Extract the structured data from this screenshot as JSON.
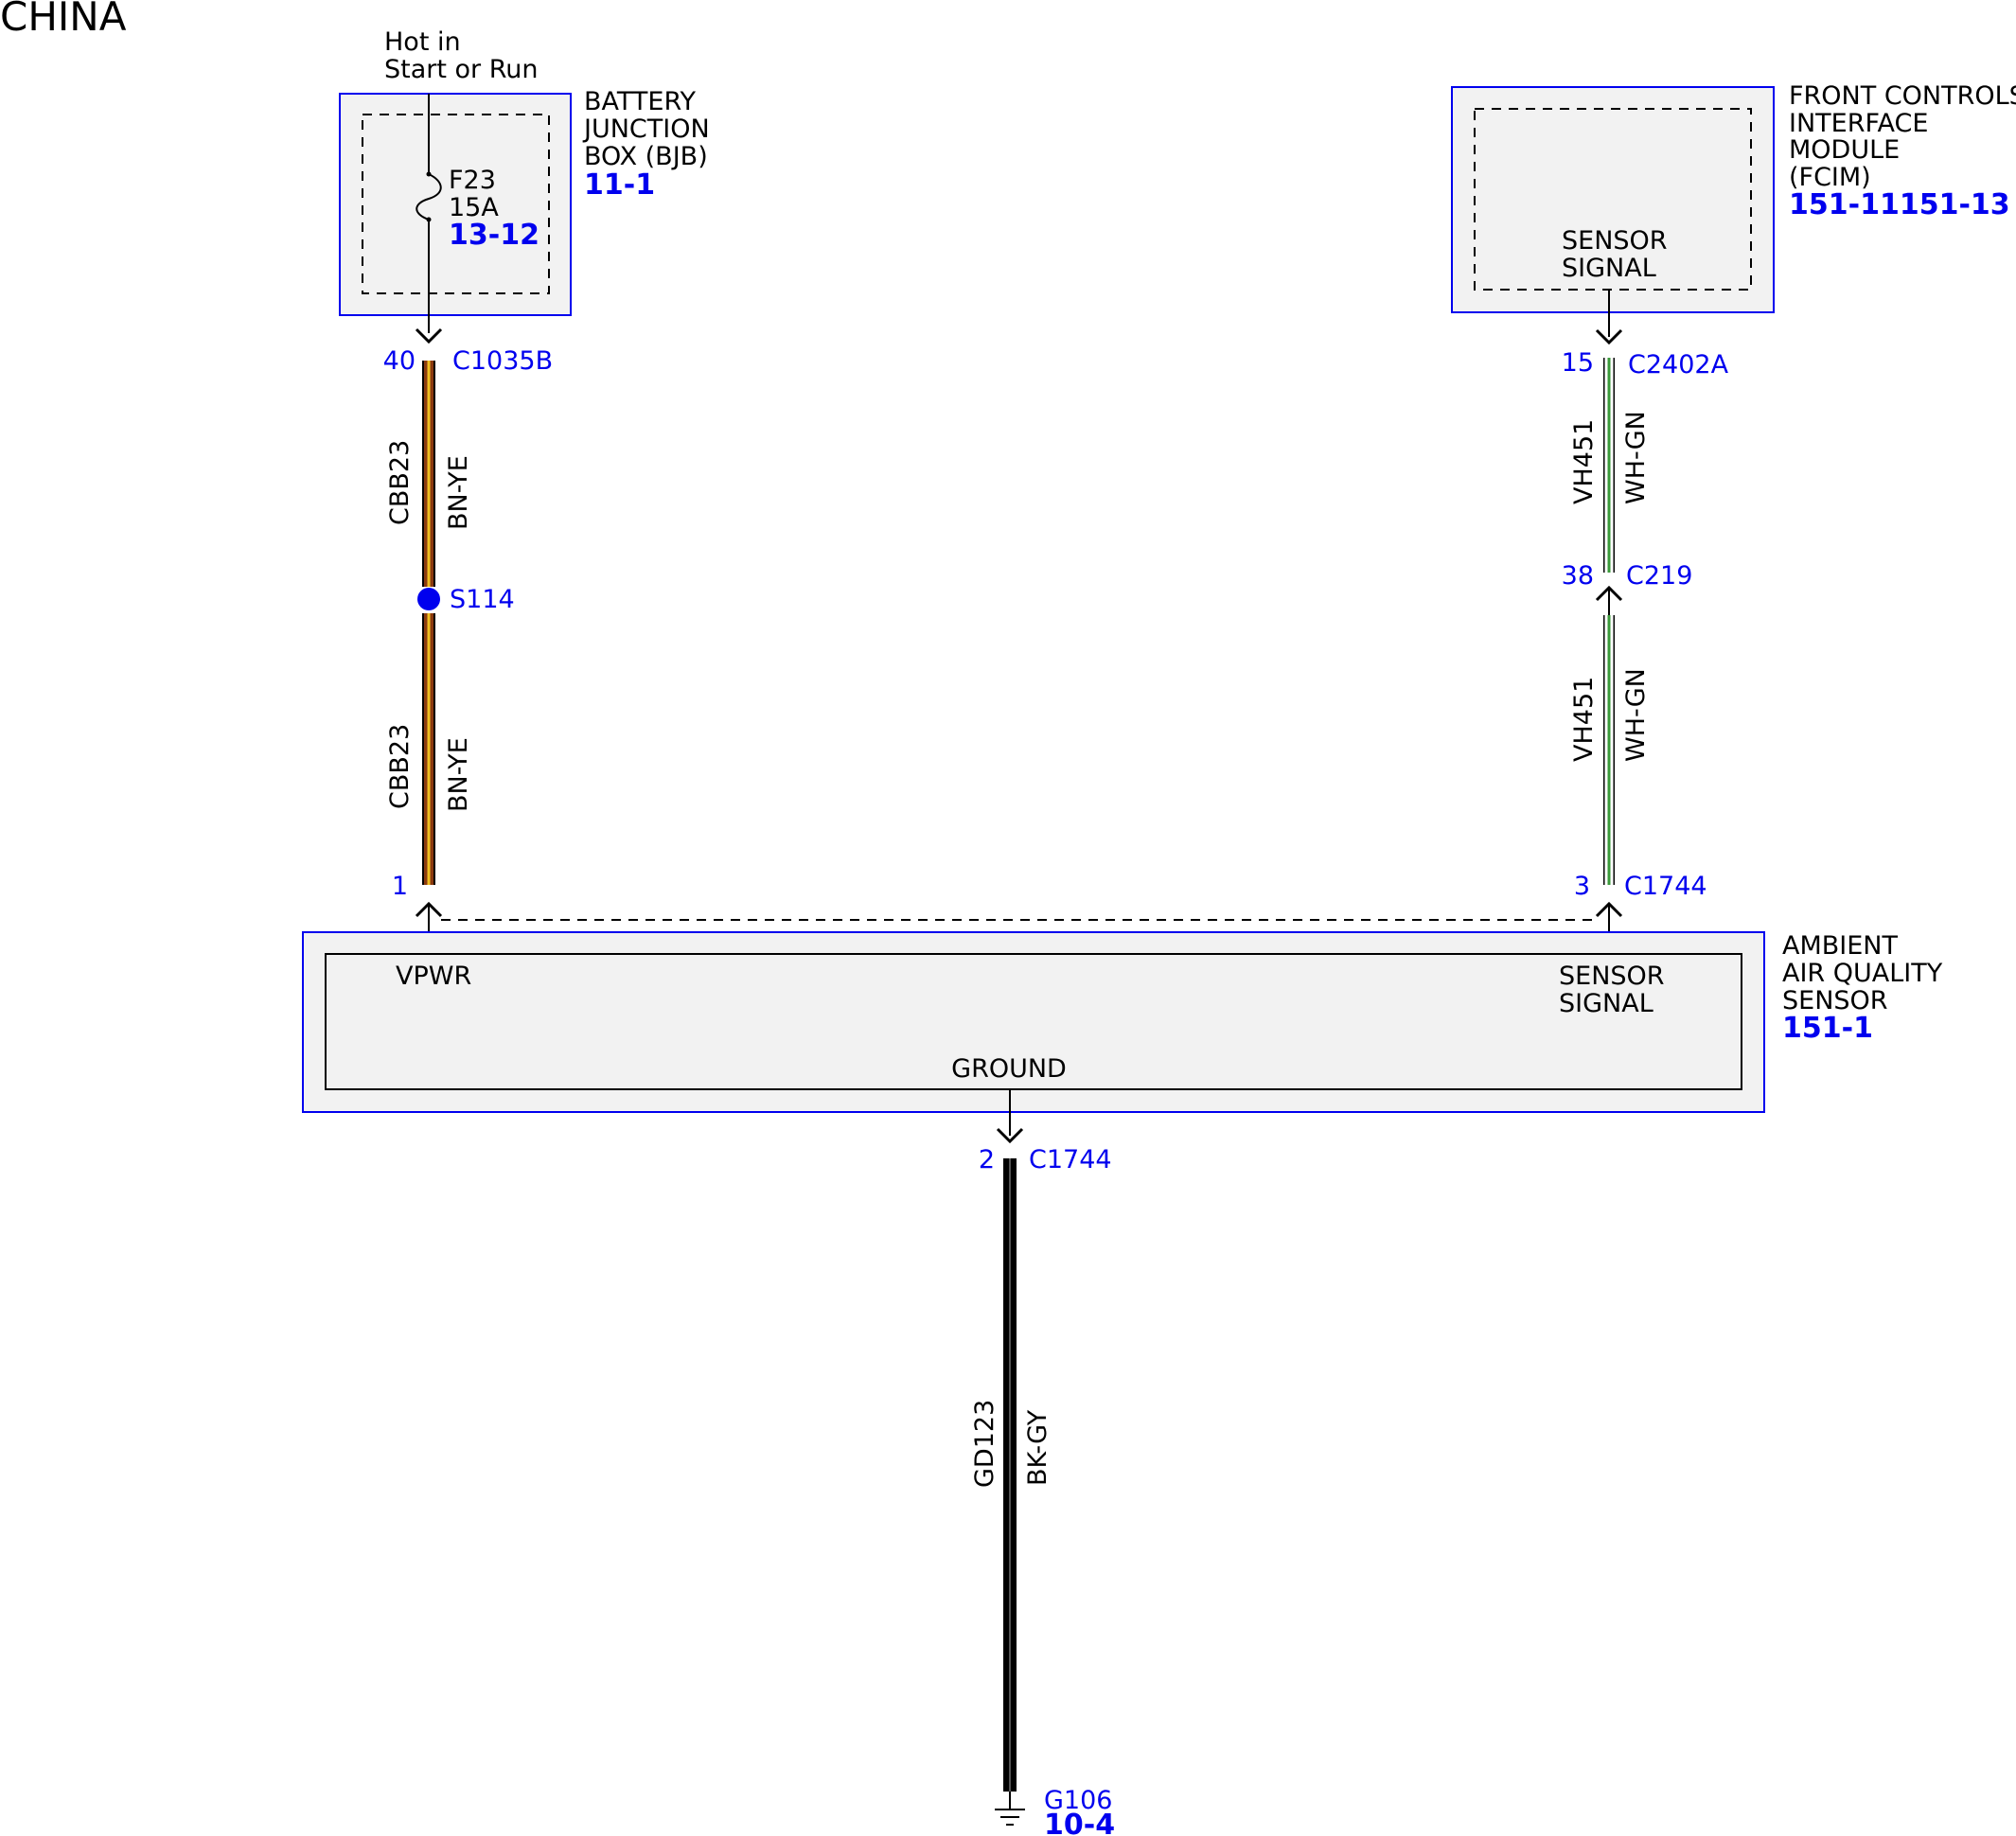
{
  "page_label": "CHINA",
  "power_source": {
    "line1": "Hot in",
    "line2": "Start or Run"
  },
  "bjb": {
    "name_lines": [
      "BATTERY",
      "JUNCTION",
      "BOX (BJB)"
    ],
    "ref": "11-1",
    "fuse": {
      "id": "F23",
      "rating": "15A",
      "ref": "13-12"
    }
  },
  "fcim": {
    "name_lines": [
      "FRONT CONTROLS",
      "INTERFACE",
      "MODULE",
      "(FCIM)"
    ],
    "ref": "151-11151-13",
    "pin_label": [
      "SENSOR",
      "SIGNAL"
    ]
  },
  "sensor": {
    "name_lines": [
      "AMBIENT",
      "AIR QUALITY",
      "SENSOR"
    ],
    "ref": "151-1",
    "pin_vpwr": "VPWR",
    "pin_signal": [
      "SENSOR",
      "SIGNAL"
    ],
    "pin_ground": "GROUND"
  },
  "connectors": {
    "c1035b": {
      "pin": "40",
      "name": "C1035B"
    },
    "splice": {
      "name": "S114"
    },
    "c1744_vpwr": {
      "pin": "1"
    },
    "c2402a": {
      "pin": "15",
      "name": "C2402A"
    },
    "c219": {
      "pin": "38",
      "name": "C219"
    },
    "c1744_signal": {
      "pin": "3",
      "name": "C1744"
    },
    "c1744_ground": {
      "pin": "2",
      "name": "C1744"
    }
  },
  "wires": {
    "power_upper": {
      "circuit": "CBB23",
      "color": "BN-YE"
    },
    "power_lower": {
      "circuit": "CBB23",
      "color": "BN-YE"
    },
    "signal_upper": {
      "circuit": "VH451",
      "color": "WH-GN"
    },
    "signal_lower": {
      "circuit": "VH451",
      "color": "WH-GN"
    },
    "ground": {
      "circuit": "GD123",
      "color": "BK-GY"
    }
  },
  "ground_point": {
    "name": "G106",
    "ref": "10-4"
  },
  "colors": {
    "component_outline": "#0000ee",
    "component_fill": "#f2f2f2",
    "wire_brown": "#8b3a0f",
    "wire_yellow": "#f0c020",
    "wire_green": "#3a9a3a",
    "wire_black": "#000000"
  }
}
